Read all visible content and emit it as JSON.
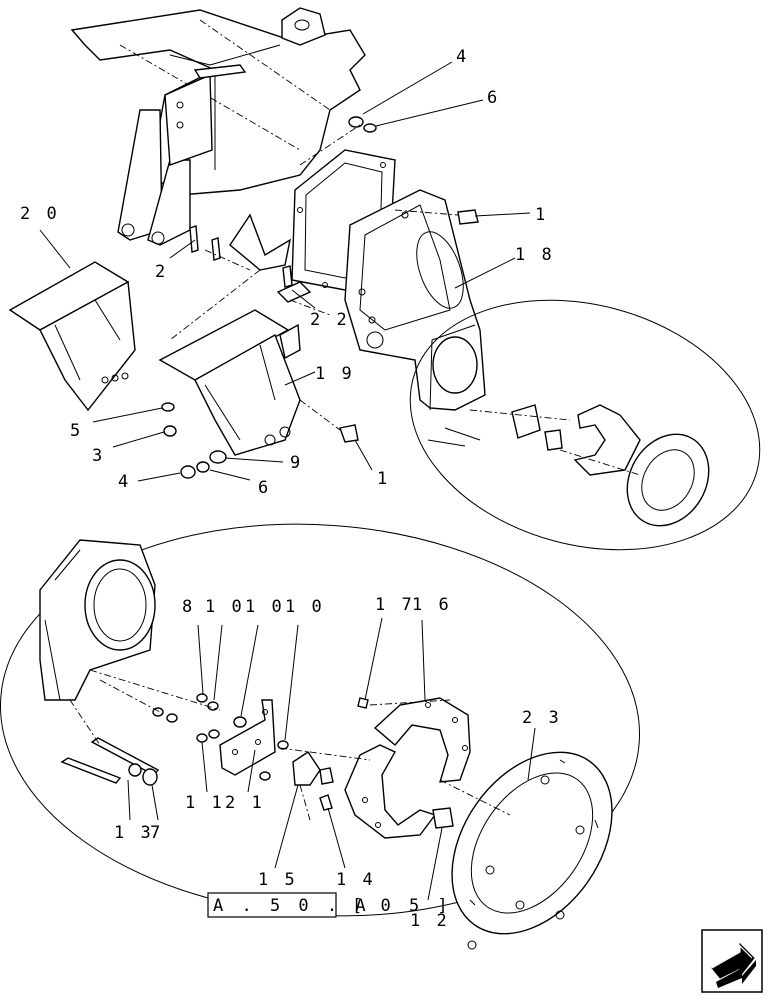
{
  "labels": {
    "l4a": "4",
    "l6a": "6",
    "l20": "2 0",
    "l1a": "1",
    "l18": "1 8",
    "l2": "2",
    "l22": "2 2",
    "l19": "1 9",
    "l5": "5",
    "l3": "3",
    "l9": "9",
    "l1b": "1",
    "l4b": "4",
    "l6b": "6",
    "l8": "8",
    "l10a": "1 0",
    "l10b": "1 0",
    "l10c": "1 0",
    "l17": "1 7",
    "l16": "1 6",
    "l23": "2 3",
    "l11": "1 1",
    "l21": "2 1",
    "l13": "1 3",
    "l7": "7",
    "l15": "1 5",
    "l14": "1 4",
    "l12": "1 2"
  },
  "reference": {
    "code": "A . 5 0 . A",
    "suffix": "[ 0 5 ]"
  },
  "icons": {
    "nav": "next-page-arrow-icon"
  }
}
